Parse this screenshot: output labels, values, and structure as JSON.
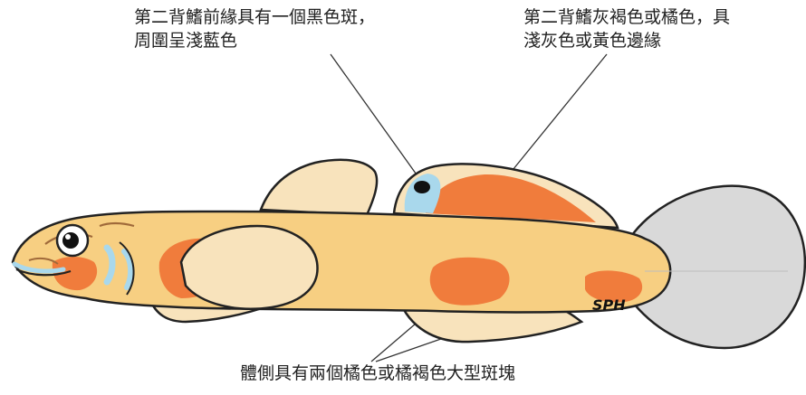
{
  "annotations": {
    "second_dorsal_spot": {
      "line1": "第二背鰭前緣具有一個黑色斑，",
      "line2": "周圍呈淺藍色"
    },
    "second_dorsal_color": {
      "line1": "第二背鰭灰褐色或橘色，具",
      "line2": "淺灰色或黃色邊緣"
    },
    "side_blotches": {
      "line1": "體側具有兩個橘色或橘褐色大型斑塊"
    }
  },
  "signature": "SPH",
  "colors": {
    "body": "#f7cf82",
    "fin": "#f8e3bc",
    "orange": "#f07c3c",
    "tail": "#d9d9d9",
    "blue": "#a9d8ec",
    "outline": "#222222"
  }
}
